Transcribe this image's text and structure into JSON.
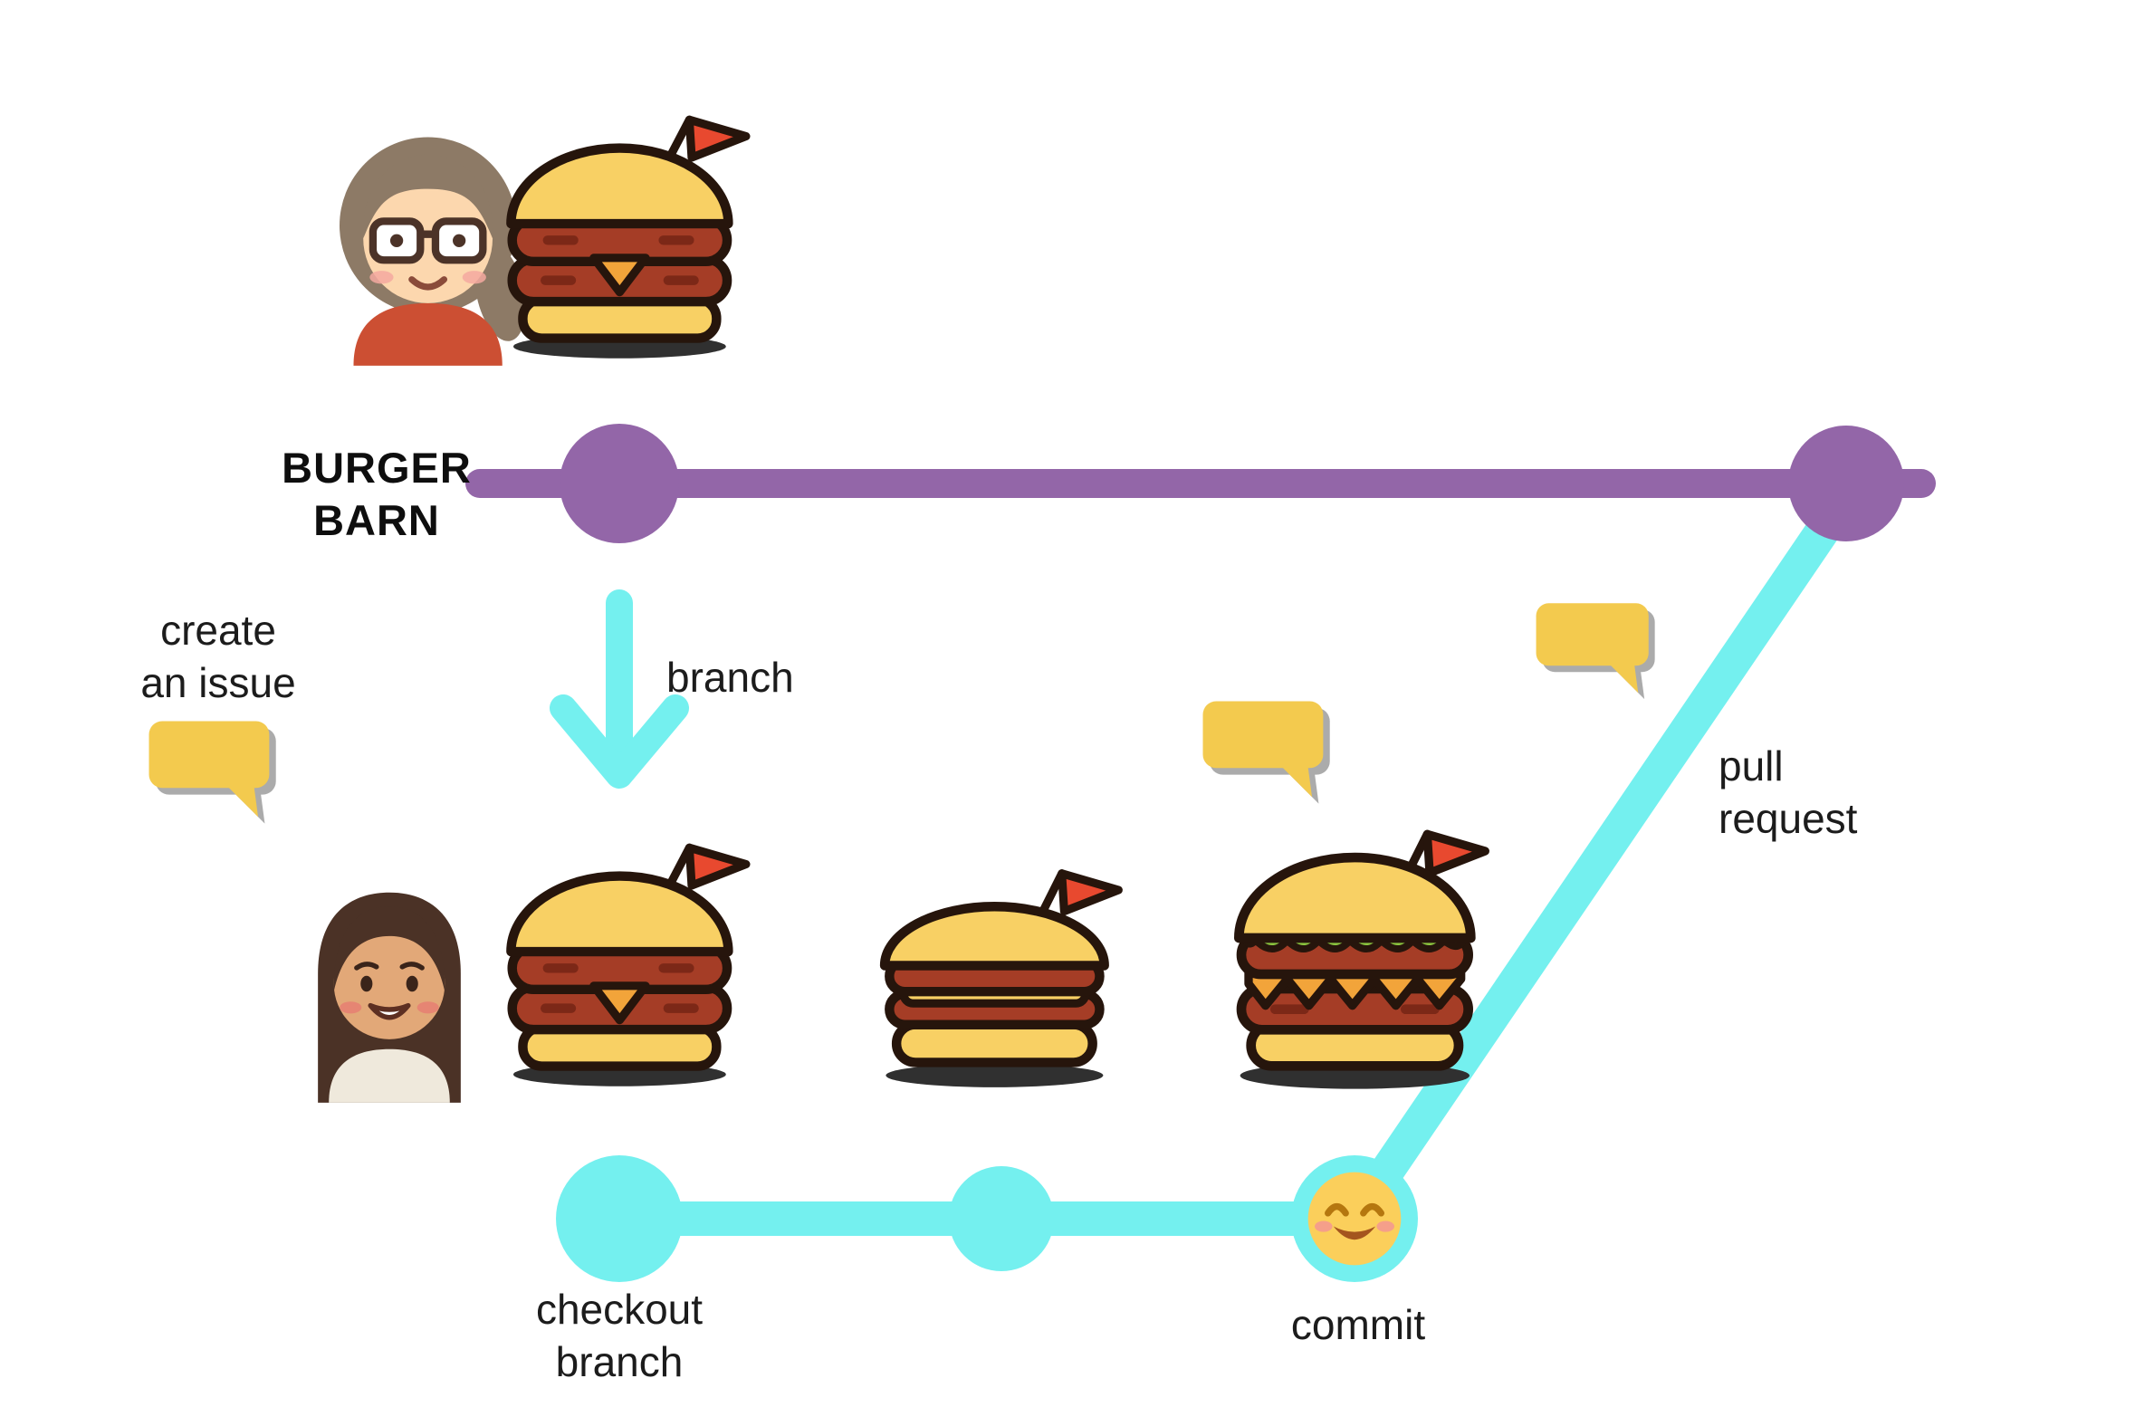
{
  "diagram": {
    "background": "#ffffff",
    "main_branch": {
      "label_line1": "BURGER",
      "label_line2": "BARN",
      "color": "#9366a8"
    },
    "feature_branch": {
      "color": "#74f0ef"
    },
    "labels": {
      "create_issue_line1": "create",
      "create_issue_line2": "an issue",
      "branch": "branch",
      "checkout_line1": "checkout",
      "checkout_line2": "branch",
      "commit": "commit",
      "pull_request_line1": "pull",
      "pull_request_line2": "request"
    },
    "colors": {
      "speech_bubble": "#f3ca4e",
      "bubble_shadow": "#ababab",
      "bun": "#f8d064",
      "patty": "#a53d26",
      "cheese": "#f2a43a",
      "lettuce": "#8bc43f",
      "flag": "#e8492f",
      "text": "#1c1c1c"
    },
    "icons": {
      "maintainer_avatar": "woman-glasses-emoji",
      "contributor_avatar": "woman-long-hair-emoji",
      "main_burger": "double-cheeseburger-with-flag",
      "checkout_burger": "double-cheeseburger-with-flag",
      "second_commit_burger": "flat-double-burger-with-flag",
      "third_commit_burger": "deluxe-burger-with-flag",
      "commit_emoji": "smiling-face",
      "speech_bubbles": "yellow-comment-bubble",
      "branch_arrow": "cyan-down-arrow"
    }
  }
}
